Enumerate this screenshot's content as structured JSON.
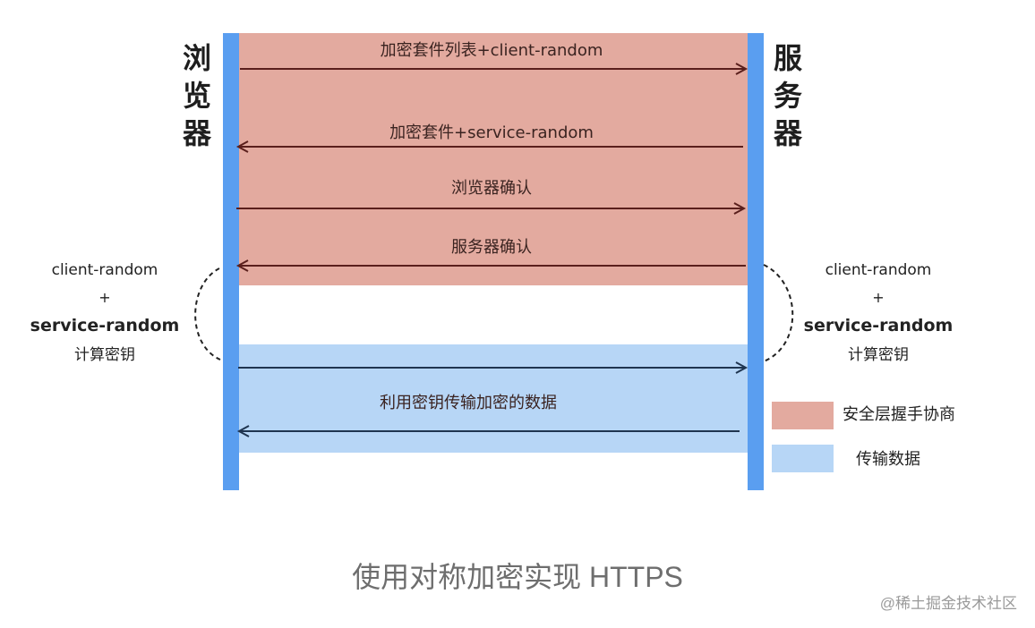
{
  "actors": {
    "browser": "浏览器",
    "server": "服务器"
  },
  "handshake_messages": [
    {
      "text": "加密套件列表+client-random",
      "direction": "to-server"
    },
    {
      "text": "加密套件+service-random",
      "direction": "to-browser"
    },
    {
      "text": "浏览器确认",
      "direction": "to-server"
    },
    {
      "text": "服务器确认",
      "direction": "to-browser"
    }
  ],
  "data_message": "利用密钥传输加密的数据",
  "key_calc": {
    "line1": "client-random",
    "line2": "+",
    "line3": "service-random",
    "line4": "计算密钥"
  },
  "legend": [
    {
      "label": "安全层握手协商",
      "color": "#e3aa9f"
    },
    {
      "label": "传输数据",
      "color": "#b7d6f6"
    }
  ],
  "caption": "使用对称加密实现 HTTPS",
  "watermark": "@稀土掘金技术社区",
  "colors": {
    "handshake_band": "#e3aa9f",
    "data_band": "#b7d6f6",
    "lifeline": "#5a9ef0",
    "handshake_arrow": "#5a1f1c",
    "data_arrow": "#1f3550"
  }
}
